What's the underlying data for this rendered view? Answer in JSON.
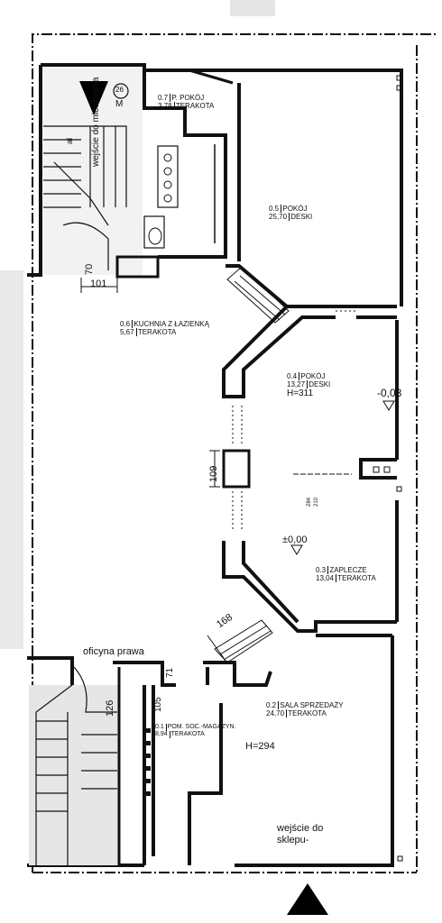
{
  "rooms": [
    {
      "id": "0.7",
      "name": "P. POKÓJ",
      "area": "3,78",
      "finish": "TERAKOTA"
    },
    {
      "id": "0.5",
      "name": "POKÓJ",
      "area": "25,70",
      "finish": "DESKI"
    },
    {
      "id": "0.6",
      "name": "KUCHNIA Z ŁAZIENKĄ",
      "area": "5,67",
      "finish": "TERAKOTA"
    },
    {
      "id": "0.4",
      "name": "POKÓJ",
      "area": "13,27",
      "finish": "DESKI"
    },
    {
      "id": "0.3",
      "name": "ZAPLECZE",
      "area": "13,04",
      "finish": "TERAKOTA"
    },
    {
      "id": "0.2",
      "name": "SALA SPRZEDAŻY",
      "area": "24,70",
      "finish": "TERAKOTA"
    },
    {
      "id": "0.1",
      "name": "POM. SOC.-MAGAZYN.",
      "area": "8,94",
      "finish": "TERAKOTA"
    }
  ],
  "labels": {
    "entrance_apartment": "wejście do mieszkania",
    "marker_m": "M",
    "marker_num": "26",
    "oficyna": "oficyna prawa",
    "entrance_shop_1": "wejście do",
    "entrance_shop_2": "sklepu-",
    "h1": "H=311",
    "h2": "H=294",
    "level1": "-0,03",
    "level2": "±0,00",
    "stair_mark": "al"
  },
  "dimensions": {
    "d70": "70",
    "d101": "101",
    "d109": "109",
    "d168": "168",
    "d71": "71",
    "d126": "126",
    "d105": "105",
    "d284": "284",
    "d210": "210"
  },
  "colors": {
    "ink": "#111111",
    "wall": "#1a1a1a",
    "stair_shade": "#d9d9d9",
    "paper": "#ffffff"
  }
}
